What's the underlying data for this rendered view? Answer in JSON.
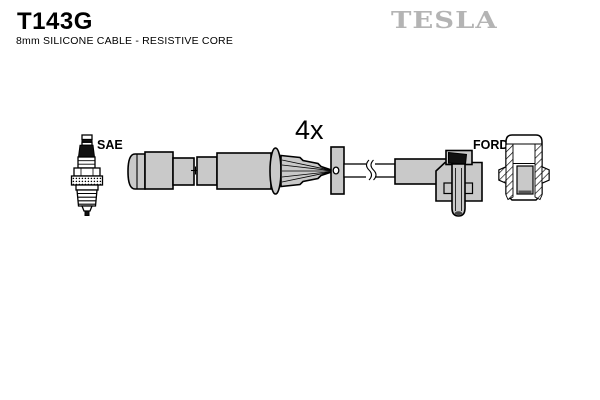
{
  "header": {
    "part_number": "T143G",
    "subtitle": "8mm SILICONE CABLE - RESISTIVE CORE",
    "brand_logo": "TESLA"
  },
  "diagram": {
    "quantity_label": "4x",
    "spark_plug_label": "SAE",
    "connector_label": "FORD"
  },
  "colors": {
    "brand-gray": "#b4b4b4",
    "part-gray": "#c9c9c9",
    "outline-black": "#000000"
  }
}
